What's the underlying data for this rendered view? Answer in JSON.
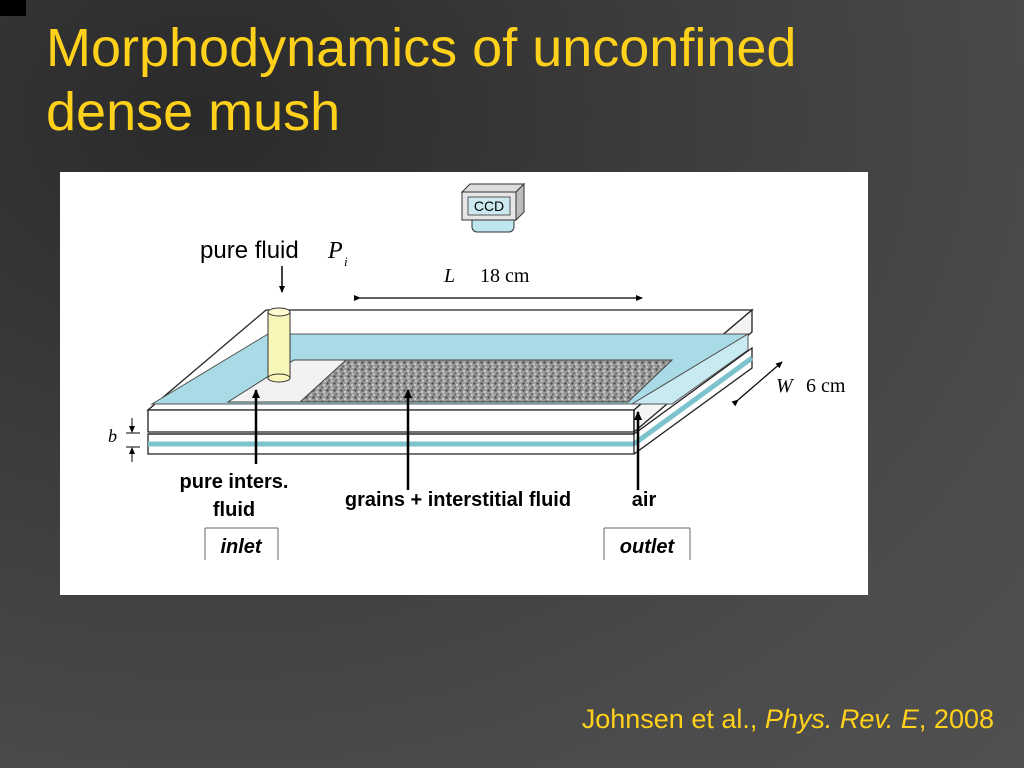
{
  "slide": {
    "title_line1": "Morphodynamics of unconfined",
    "title_line2": "dense mush",
    "colors": {
      "background": "#474747",
      "title": "#ffd11a",
      "fluid": "#a9dbe6"
    }
  },
  "diagram": {
    "camera_label": "CCD",
    "pure_fluid_label": "pure fluid",
    "pressure_symbol": "P",
    "pressure_subscript": "i",
    "length_symbol": "L",
    "length_value": "18 cm",
    "width_symbol": "W",
    "width_value": "6 cm",
    "gap_symbol": "b",
    "pure_inters_line1": "pure inters.",
    "pure_inters_line2": "fluid",
    "grains_label": "grains + interstitial fluid",
    "air_label": "air",
    "inlet_label": "inlet",
    "outlet_label": "outlet"
  },
  "citation": {
    "authors": "Johnsen et al., ",
    "journal": "Phys. Rev. E",
    "year": ", 2008"
  }
}
